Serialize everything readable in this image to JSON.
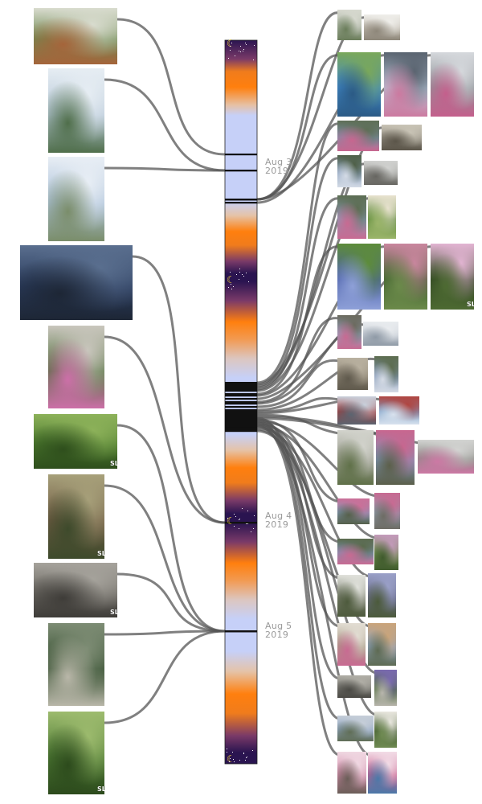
{
  "timeline": {
    "dates": [
      {
        "line1": "Aug  3",
        "line2": "2019"
      },
      {
        "line1": "Aug  4",
        "line2": "2019"
      },
      {
        "line1": "Aug  5",
        "line2": "2019"
      }
    ],
    "colors": {
      "night": "#2a1450",
      "dusk": "#ff7f0e",
      "day": "#c6d0f8",
      "link": "#555555"
    }
  },
  "watermark": {
    "text": "SL"
  },
  "photos": {
    "left": [
      {
        "name": "photo-market-tent",
        "colors": [
          "#6f8a52",
          "#d9dccf",
          "#a5643a"
        ],
        "watermark": false
      },
      {
        "name": "photo-bungee-trampoline-1",
        "colors": [
          "#b7c8d8",
          "#e6edf3",
          "#4f6e4a"
        ],
        "watermark": false
      },
      {
        "name": "photo-bungee-trampoline-2",
        "colors": [
          "#aac0d8",
          "#e8eef5",
          "#7a8d6a"
        ],
        "watermark": false
      },
      {
        "name": "photo-star-trails-lake",
        "colors": [
          "#2a3b5c",
          "#5a6f8f",
          "#1d2635"
        ],
        "watermark": false
      },
      {
        "name": "photo-girl-with-sign",
        "colors": [
          "#4f6e3a",
          "#c9c6bd",
          "#cc6fa8"
        ],
        "watermark": false
      },
      {
        "name": "photo-frog-leaves",
        "colors": [
          "#4c7a2e",
          "#8db25a",
          "#2e4e1c"
        ],
        "watermark": true
      },
      {
        "name": "photo-moss-bark",
        "colors": [
          "#6e5a42",
          "#a7a07a",
          "#3d4a2b"
        ],
        "watermark": true
      },
      {
        "name": "photo-lichen-rocks",
        "colors": [
          "#6d6a64",
          "#a6a39c",
          "#3e3c38"
        ],
        "watermark": true
      },
      {
        "name": "photo-forest-trail",
        "colors": [
          "#2f4a2a",
          "#7d8c74",
          "#b9b7a9"
        ],
        "watermark": false
      },
      {
        "name": "photo-wild-grass",
        "colors": [
          "#4e7a34",
          "#9dbb6e",
          "#2c4a1c"
        ],
        "watermark": true
      }
    ],
    "right": [
      {
        "name": "photo-girl-sitting-rock",
        "colors": [
          "#aab3a2",
          "#d7d9cf",
          "#6a7d5a"
        ],
        "watermark": false
      },
      {
        "name": "photo-bowl-snack",
        "colors": [
          "#bfb9ae",
          "#efeeea",
          "#8d8679"
        ],
        "watermark": false
      },
      {
        "name": "photo-blue-hammock",
        "colors": [
          "#3f88c8",
          "#7aa85a",
          "#2b5a85"
        ],
        "watermark": false
      },
      {
        "name": "photo-gondola-deck",
        "colors": [
          "#b6c4d6",
          "#5a6470",
          "#cc7aa0"
        ],
        "watermark": false
      },
      {
        "name": "photo-gondola-cabin",
        "colors": [
          "#8e9297",
          "#d5d8dc",
          "#c45f8c"
        ],
        "watermark": false
      },
      {
        "name": "photo-mountain-viewpoint",
        "colors": [
          "#7c8fa8",
          "#5d6e55",
          "#c8668f"
        ],
        "watermark": false
      },
      {
        "name": "photo-marmot-rocks",
        "colors": [
          "#8f8a7e",
          "#c9c4b6",
          "#5a5448"
        ],
        "watermark": false
      },
      {
        "name": "photo-alpine-lake",
        "colors": [
          "#8aa0bc",
          "#4e5f46",
          "#d4dbe6"
        ],
        "watermark": false
      },
      {
        "name": "photo-rocky-summit",
        "colors": [
          "#9a9a96",
          "#d1d2d0",
          "#666560"
        ],
        "watermark": false
      },
      {
        "name": "photo-hiker-ridge",
        "colors": [
          "#879ab5",
          "#5c6d52",
          "#c86a92"
        ],
        "watermark": false
      },
      {
        "name": "photo-alpine-flowers",
        "colors": [
          "#5e8a3c",
          "#e8e2cf",
          "#9bb56a"
        ],
        "watermark": false
      },
      {
        "name": "photo-blue-lupines",
        "colors": [
          "#4a5fa8",
          "#5d8c3a",
          "#8ea0d8"
        ],
        "watermark": false
      },
      {
        "name": "photo-pink-paintbrush",
        "colors": [
          "#3f5f2e",
          "#c9869e",
          "#6b8a4a"
        ],
        "watermark": false
      },
      {
        "name": "photo-pink-aster",
        "colors": [
          "#2e4420",
          "#e2b4d2",
          "#4d6a32"
        ],
        "watermark": true
      },
      {
        "name": "photo-family-ridge-1",
        "colors": [
          "#8e9fb8",
          "#6b6a5e",
          "#c86a92"
        ],
        "watermark": false
      },
      {
        "name": "photo-snowy-slope",
        "colors": [
          "#c7cdd5",
          "#e9ecef",
          "#8f9aa6"
        ],
        "watermark": false
      },
      {
        "name": "photo-marmot-closeup",
        "colors": [
          "#8e8676",
          "#b9b1a0",
          "#5f594c"
        ],
        "watermark": false
      },
      {
        "name": "photo-valley-view",
        "colors": [
          "#7f95b4",
          "#5c6c4e",
          "#d6dce6"
        ],
        "watermark": false
      },
      {
        "name": "photo-chairlift-red",
        "colors": [
          "#a23a3a",
          "#c9d1dc",
          "#5b6470"
        ],
        "watermark": false
      },
      {
        "name": "photo-chairlift-sky",
        "colors": [
          "#7ea1c8",
          "#b0443f",
          "#d8e2ee"
        ],
        "watermark": false
      },
      {
        "name": "photo-gravel-path",
        "colors": [
          "#9a9c8e",
          "#d2d3cc",
          "#5f7048"
        ],
        "watermark": false
      },
      {
        "name": "photo-selfie-mountain",
        "colors": [
          "#7d95b8",
          "#c8668f",
          "#5b5f4a"
        ],
        "watermark": false
      },
      {
        "name": "photo-boulder-field",
        "colors": [
          "#8c8b86",
          "#d3d4d2",
          "#cc78a4"
        ],
        "watermark": false
      },
      {
        "name": "photo-girls-viewpoint",
        "colors": [
          "#7f97b6",
          "#cc6f98",
          "#55604a"
        ],
        "watermark": false
      },
      {
        "name": "photo-girl-rock-pose",
        "colors": [
          "#8c98a8",
          "#c86a92",
          "#6d6c64"
        ],
        "watermark": false
      },
      {
        "name": "photo-mountain-panorama",
        "colors": [
          "#7a91b2",
          "#5a6a4c",
          "#c86a92"
        ],
        "watermark": false
      },
      {
        "name": "photo-meadow-flowers",
        "colors": [
          "#6b8a4a",
          "#c49abb",
          "#3f5a2c"
        ],
        "watermark": false
      },
      {
        "name": "photo-white-heather",
        "colors": [
          "#7a7f6e",
          "#e1e2dc",
          "#4d5a3c"
        ],
        "watermark": false
      },
      {
        "name": "photo-purple-daisies",
        "colors": [
          "#6a6d8a",
          "#9aa0c8",
          "#4b5a3a"
        ],
        "watermark": false
      },
      {
        "name": "photo-girl-with-cup",
        "colors": [
          "#a89a84",
          "#e2ddd3",
          "#c86a92"
        ],
        "watermark": false
      },
      {
        "name": "photo-summit-sign",
        "colors": [
          "#8fa4c0",
          "#caa47a",
          "#5d6a52"
        ],
        "watermark": false
      },
      {
        "name": "photo-rocky-outcrop",
        "colors": [
          "#7b7a74",
          "#b0aea6",
          "#4a4944"
        ],
        "watermark": false
      },
      {
        "name": "photo-purple-wildflower",
        "colors": [
          "#4d6a3a",
          "#7a6ab0",
          "#b8b6ad"
        ],
        "watermark": false
      },
      {
        "name": "photo-lake-horizon",
        "colors": [
          "#8ea4c2",
          "#c6ced8",
          "#5f6d55"
        ],
        "watermark": false
      },
      {
        "name": "photo-white-flowers",
        "colors": [
          "#3f5a2c",
          "#e9e7df",
          "#6f8a52"
        ],
        "watermark": false
      },
      {
        "name": "photo-girl-sunhat",
        "colors": [
          "#d28aa9",
          "#f0d8e2",
          "#6a5d57"
        ],
        "watermark": false
      },
      {
        "name": "photo-girl-sunglasses",
        "colors": [
          "#c85f8e",
          "#f2dce6",
          "#4a78a8"
        ],
        "watermark": false
      }
    ]
  }
}
